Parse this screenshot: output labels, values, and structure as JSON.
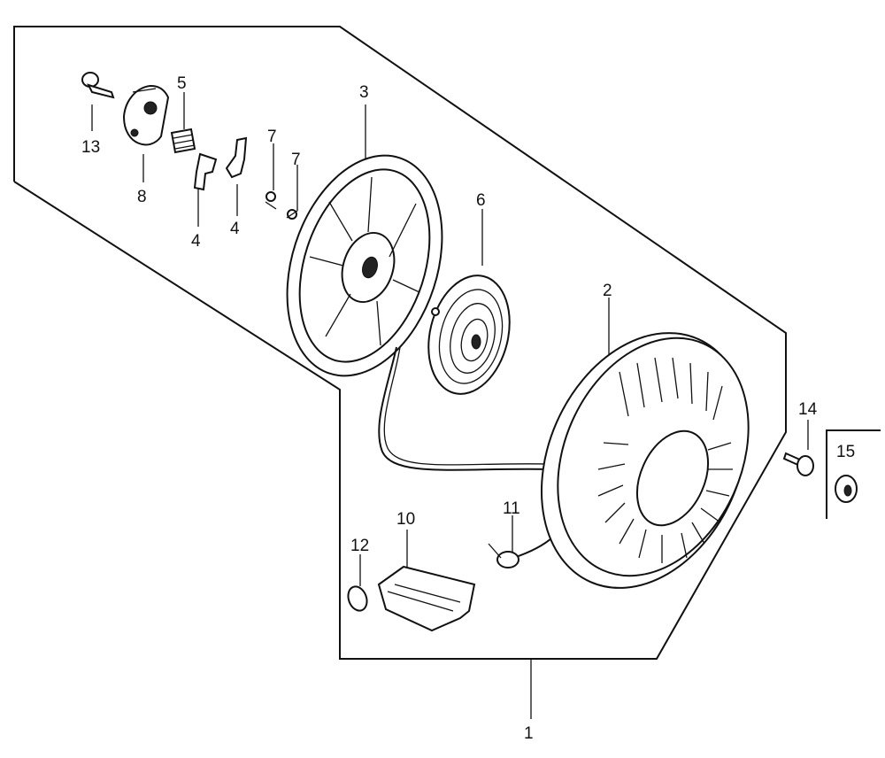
{
  "diagram": {
    "labels": {
      "p1": "1",
      "p2": "2",
      "p3": "3",
      "p4a": "4",
      "p4b": "4",
      "p5": "5",
      "p6": "6",
      "p7a": "7",
      "p7b": "7",
      "p8": "8",
      "p10": "10",
      "p11": "11",
      "p12": "12",
      "p13": "13",
      "p14": "14",
      "p15": "15"
    }
  }
}
